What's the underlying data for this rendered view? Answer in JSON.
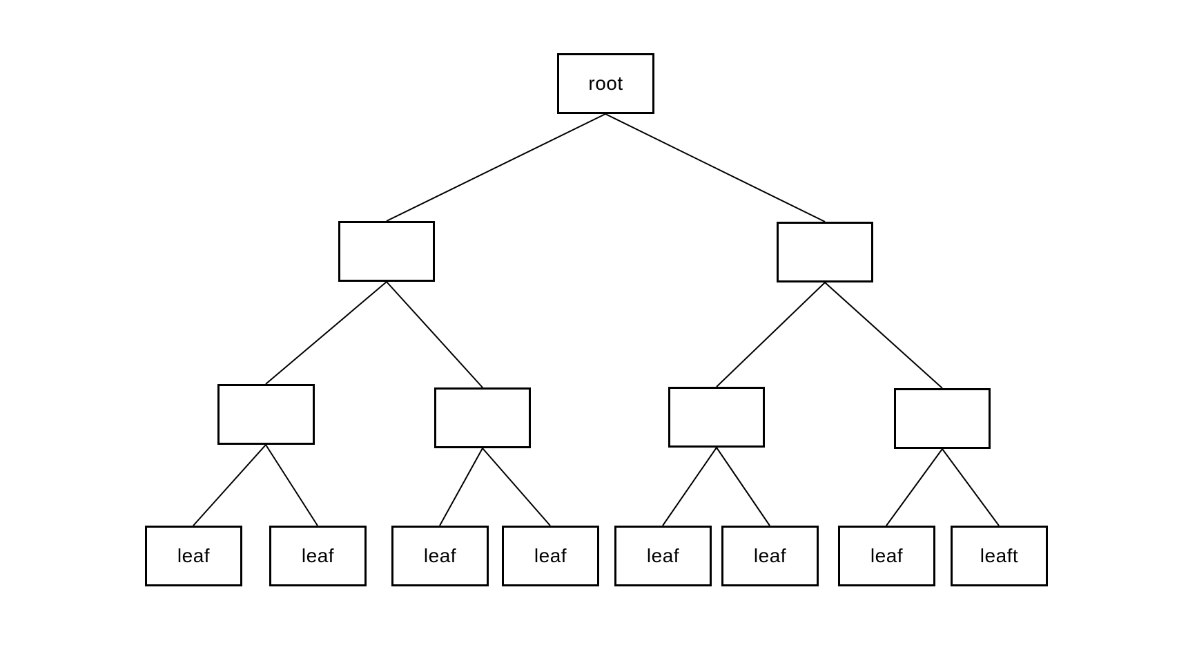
{
  "diagram": {
    "type": "tree",
    "background_color": "#ffffff",
    "node_border_color": "#000000",
    "node_fill_color": "#ffffff",
    "edge_color": "#000000",
    "text_color": "#000000",
    "tree": {
      "label": "root",
      "children": [
        {
          "label": "",
          "children": [
            {
              "label": "",
              "children": [
                {
                  "label": "leaf"
                },
                {
                  "label": "leaf"
                }
              ]
            },
            {
              "label": "",
              "children": [
                {
                  "label": "leaf"
                },
                {
                  "label": "leaf"
                }
              ]
            }
          ]
        },
        {
          "label": "",
          "children": [
            {
              "label": "",
              "children": [
                {
                  "label": "leaf"
                },
                {
                  "label": "leaf"
                }
              ]
            },
            {
              "label": "",
              "children": [
                {
                  "label": "leaf"
                },
                {
                  "label": "leaft"
                }
              ]
            }
          ]
        }
      ]
    }
  }
}
